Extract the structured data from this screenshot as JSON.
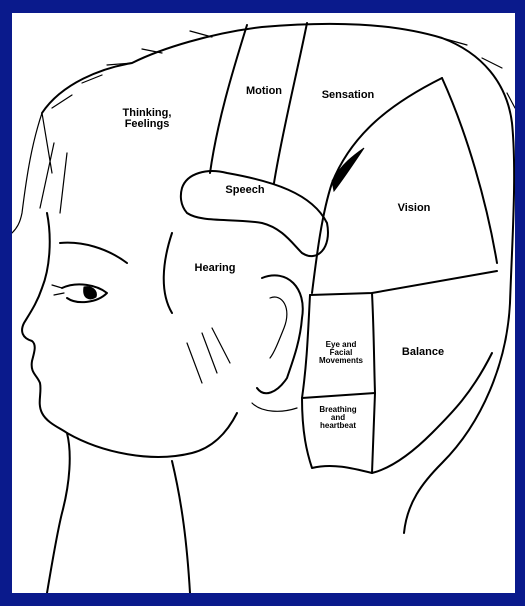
{
  "colors": {
    "background": "#0a1a8c",
    "panel": "#ffffff",
    "ink": "#000000"
  },
  "regions": {
    "thinking": "Thinking,\nFeelings",
    "motion": "Motion",
    "sensation": "Sensation",
    "speech": "Speech",
    "vision": "Vision",
    "hearing": "Hearing",
    "eye_facial": "Eye and\nFacial\nMovements",
    "balance": "Balance",
    "breathing": "Breathing\nand\nheartbeat"
  }
}
